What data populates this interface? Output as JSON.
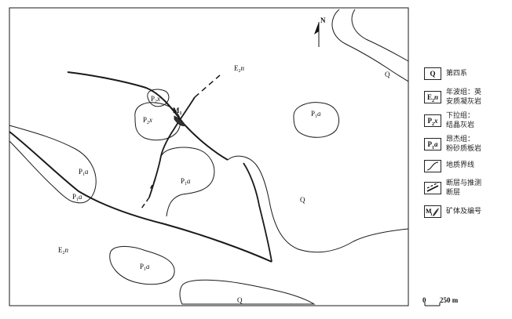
{
  "north_label": "N",
  "map_labels": {
    "q_top_right": "Q",
    "q_center": "Q",
    "q_bottom": "Q",
    "e2n_top": {
      "base": "E",
      "sub": "2",
      "suffix": "n"
    },
    "e2n_left": {
      "base": "E",
      "sub": "2",
      "suffix": "n"
    },
    "p2x_small": {
      "base": "P",
      "sub": "2",
      "suffix": "x"
    },
    "p2x_main": {
      "base": "P",
      "sub": "2",
      "suffix": "x"
    },
    "p1a_right": {
      "base": "P",
      "sub": "1",
      "suffix": "a"
    },
    "p1a_left_upper": {
      "base": "P",
      "sub": "1",
      "suffix": "a"
    },
    "p1a_left_lower": {
      "base": "P",
      "sub": "1",
      "suffix": "a"
    },
    "p1a_center": {
      "base": "P",
      "sub": "1",
      "suffix": "a"
    },
    "p1a_bottom": {
      "base": "P",
      "sub": "1",
      "suffix": "a"
    },
    "m1": {
      "base": "M",
      "sub": "1"
    }
  },
  "legend": [
    {
      "symbol": "Q",
      "text": "第四系"
    },
    {
      "symbol": {
        "base": "E",
        "sub": "2",
        "suffix": "n"
      },
      "text": "年波组：英\n安质凝灰岩"
    },
    {
      "symbol": {
        "base": "P",
        "sub": "2",
        "suffix": "x"
      },
      "text": "下拉组：\n结晶灰岩"
    },
    {
      "symbol": {
        "base": "P",
        "sub": "1",
        "suffix": "a"
      },
      "text": "昂杰组：\n粉砂质板岩"
    },
    {
      "symbol": "boundary-line",
      "text": "地质界线"
    },
    {
      "symbol": "fault-lines",
      "text": "断层与推测\n断层"
    },
    {
      "symbol": "orebody",
      "text": "矿体及编号"
    }
  ],
  "scale_bar": {
    "start": "0",
    "label": "250 m"
  },
  "colors": {
    "line": "#1a1a1a",
    "background": "#ffffff"
  }
}
